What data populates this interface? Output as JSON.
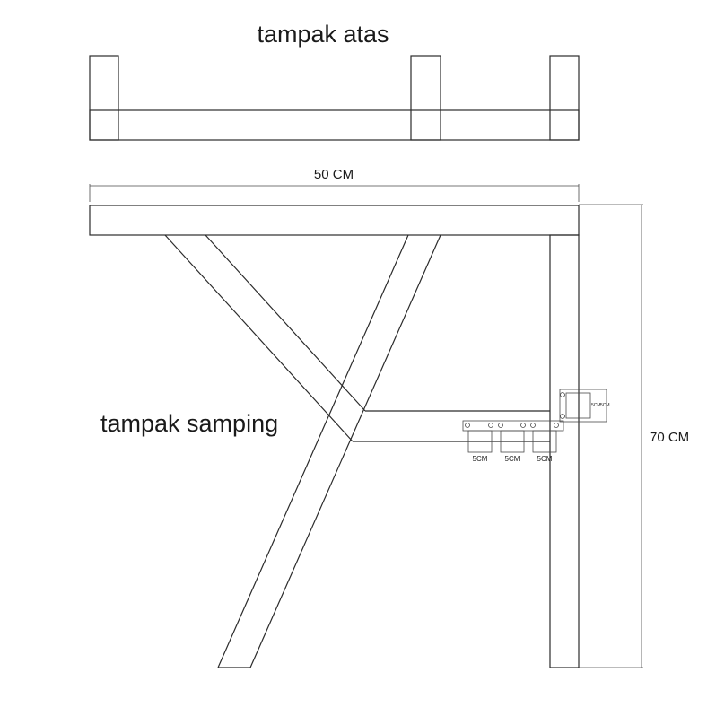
{
  "top_view": {
    "title": "tampak atas"
  },
  "side_view": {
    "title": "tampak samping",
    "width_label": "50 CM",
    "height_label": "70 CM",
    "spacing_labels": [
      "5CM",
      "5CM",
      "5CM"
    ],
    "bracket_labels": [
      "5CM",
      "5CM"
    ]
  }
}
